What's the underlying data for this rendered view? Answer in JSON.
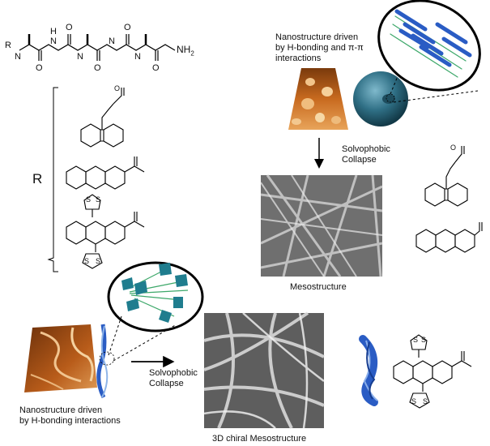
{
  "peptide": {
    "r_label": "R",
    "nh_label": "N",
    "h_label": "H",
    "o_label": "O",
    "nh2_label": "NH",
    "nh2_sub": "2"
  },
  "left_group_label": "R",
  "top_right": {
    "title_line1": "Nanostructure driven",
    "title_line2": "by H-bonding and π-π",
    "title_line3": "interactions",
    "arrow_label_line1": "Solvophobic",
    "arrow_label_line2": "Collapse",
    "result_label": "Mesostructure"
  },
  "bottom": {
    "title_line1": "Nanostructure driven",
    "title_line2": "by H-bonding interactions",
    "arrow_label_line1": "Solvophobic",
    "arrow_label_line2": "Collapse",
    "result_label": "3D chiral Mesostructure"
  },
  "ring_atoms": {
    "o": "O",
    "s": "S"
  },
  "colors": {
    "afm_orange": "#c86a1f",
    "sphere_teal": "#2f6f85",
    "ribbon_blue": "#2a5cc4",
    "strand_green": "#3da86a",
    "sem_gray": "#8a8a8a"
  }
}
